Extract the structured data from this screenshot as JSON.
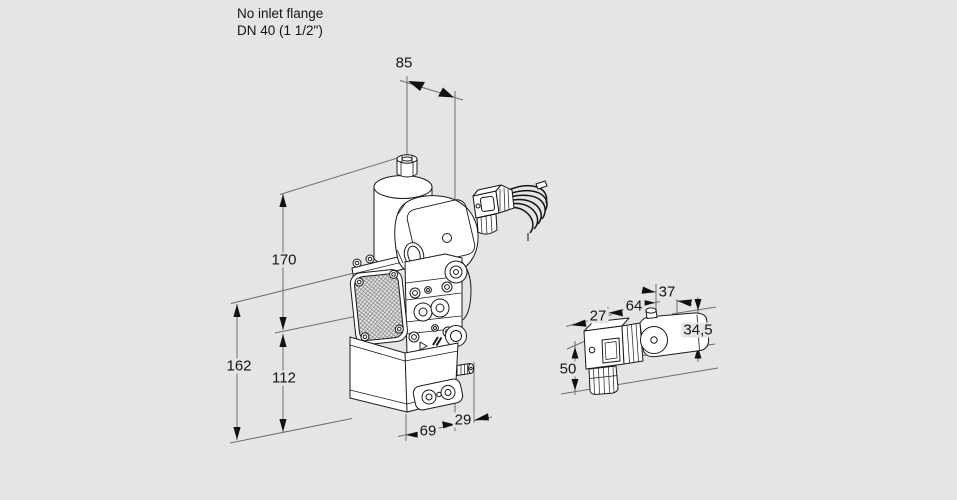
{
  "colors": {
    "background": "#e5e5e5",
    "part_line": "#1a1a1a",
    "dim_line": "#6e6e6e",
    "arrow": "#111111"
  },
  "note": {
    "line1": "No inlet flange",
    "line2": "DN 40 (1 1/2\")"
  },
  "main_view": {
    "description": "gas valve assembly, isometric line drawing",
    "dims": {
      "depth_top": "85",
      "height_to_axis": "170",
      "height_flange": "162",
      "axis_to_bottom": "112",
      "bottom_width": "69",
      "bottom_depth": "29"
    }
  },
  "detail_view": {
    "description": "solenoid / pressure switch detail, isometric line drawing",
    "dims": {
      "connector_width": "27",
      "body_length": "64",
      "body_depth": "37",
      "body_height": "34,5",
      "overall_height": "50"
    }
  }
}
